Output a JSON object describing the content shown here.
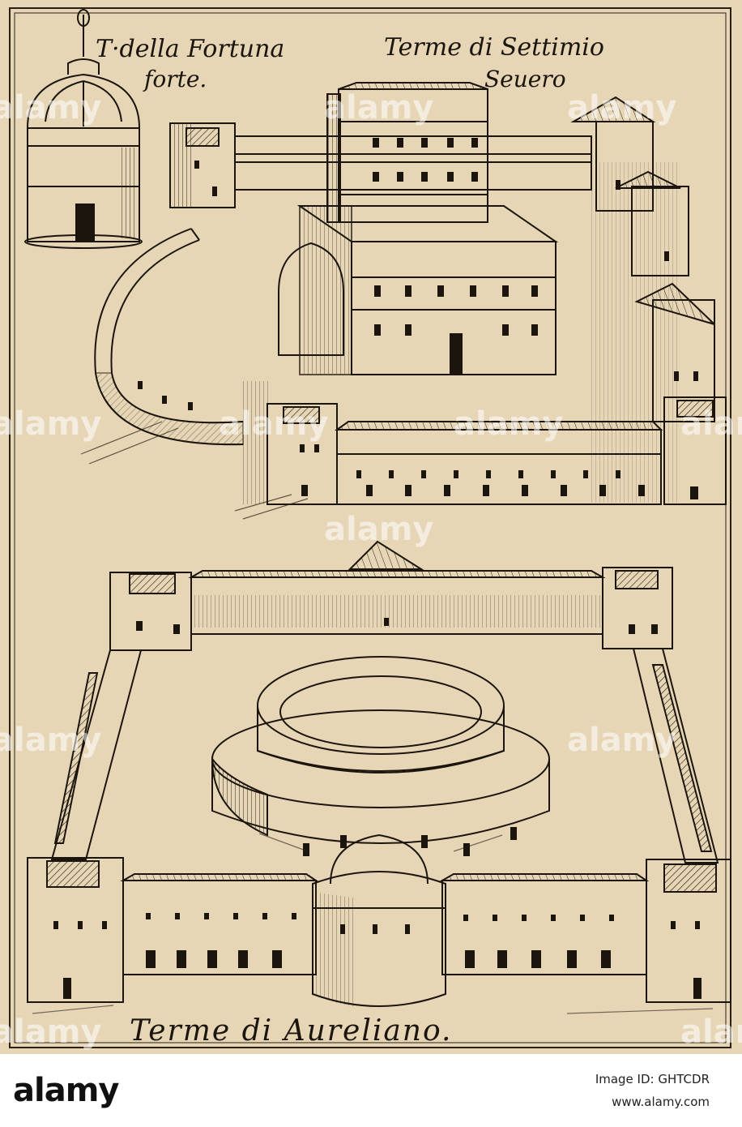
{
  "captions": {
    "fortuna": "T·della Fortuna",
    "forte": "forte.",
    "settimio": "Terme di Settimio",
    "severo": "Seuero",
    "aureliano": "Terme di Aureliano."
  },
  "watermark": {
    "text": "alamy"
  },
  "footer": {
    "logo": "alamy",
    "image_id": "Image ID: GHTCDR",
    "site": "www.alamy.com"
  },
  "colors": {
    "paper": "#e6d6b6",
    "ink": "#1b150d"
  }
}
